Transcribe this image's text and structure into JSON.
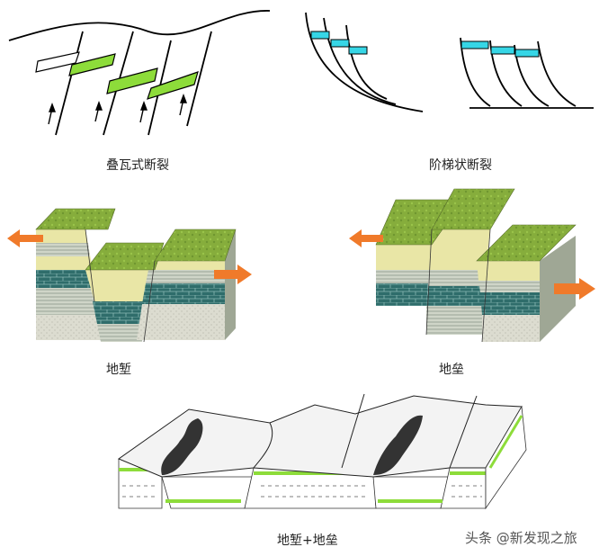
{
  "captions": {
    "imbricate_faults": "叠瓦式断裂",
    "stepped_faults": "阶梯状断裂",
    "graben": "地堑",
    "horst": "地垒",
    "graben_horst": "地堑+地垒"
  },
  "watermark": "头条 @新发现之旅",
  "colors": {
    "fault_band_green": "#8ddc3a",
    "fault_band_cyan": "#36d6e6",
    "grass_top": "#7fa83a",
    "sand_layer": "#e9e6a6",
    "striped_layer": "#c9cfc2",
    "teal_brick_layer": "#2f6d6b",
    "base_layer": "#d8d8cc",
    "arrow_orange": "#f07a2a"
  }
}
